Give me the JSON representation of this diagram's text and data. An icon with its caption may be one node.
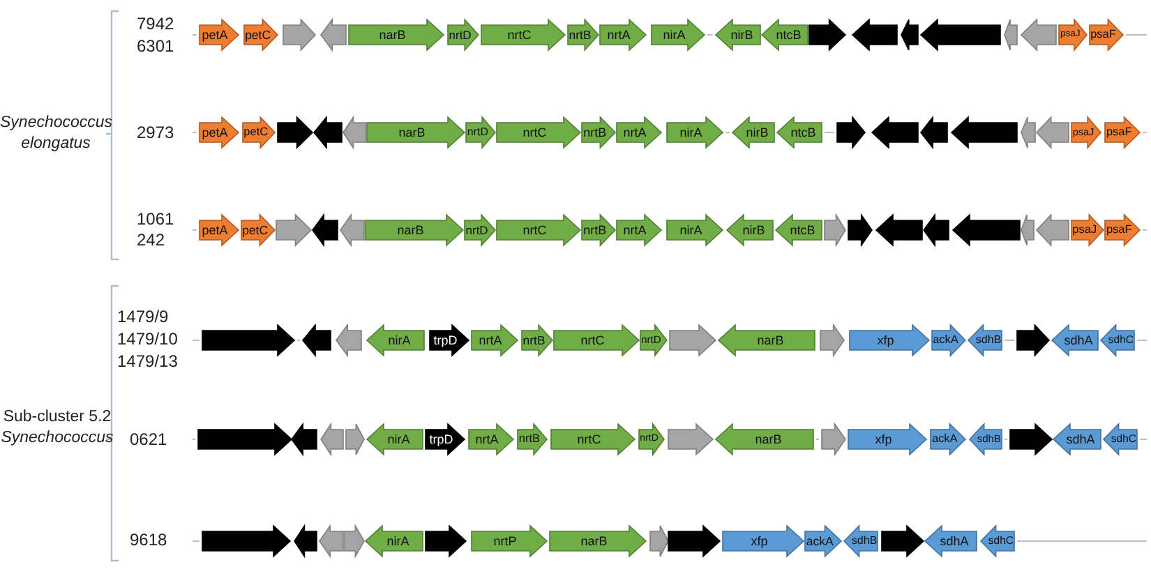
{
  "diagram": {
    "nodes": [
      {
        "text": [
          "petA"
        ]
      },
      {
        "text": [
          "petC"
        ]
      },
      {
        "text": [],
        "shape": "arrow"
      },
      {
        "text": [],
        "shape": "arrow"
      },
      {
        "text": [
          "narB"
        ]
      },
      {
        "text": [
          "nrtD"
        ]
      },
      {
        "text": [
          "nrtC"
        ]
      },
      {
        "text": [
          "nrtB"
        ]
      },
      {
        "text": [
          "nrtA"
        ]
      },
      {
        "text": [
          "nirA"
        ]
      },
      {
        "text": [
          "nirB"
        ]
      },
      {
        "text": [
          "ntcB"
        ]
      },
      {
        "text": [],
        "shape": "arrow"
      },
      {
        "text": [],
        "shape": "arrow"
      },
      {
        "text": [],
        "shape": "arrow"
      },
      {
        "text": [],
        "shape": "arrow"
      },
      {
        "text": [],
        "shape": "arrow"
      },
      {
        "text": [],
        "shape": "arrow"
      },
      {
        "text": [
          "psaJ"
        ]
      },
      {
        "text": [
          "psaF"
        ]
      },
      {
        "text": [
          "petA"
        ]
      },
      {
        "text": [
          "petC"
        ]
      },
      {
        "text": [],
        "shape": "arrow"
      },
      {
        "text": [],
        "shape": "arrow"
      },
      {
        "text": [],
        "shape": "arrow"
      },
      {
        "text": [
          "narB"
        ]
      },
      {
        "text": [
          "nrtD"
        ]
      },
      {
        "text": [
          "nrtC"
        ]
      },
      {
        "text": [
          "nrtB"
        ]
      },
      {
        "text": [
          "nrtA"
        ]
      },
      {
        "text": [
          "nirA"
        ]
      },
      {
        "text": [
          "nirB"
        ]
      },
      {
        "text": [
          "ntcB"
        ]
      },
      {
        "text": [],
        "shape": "arrow"
      },
      {
        "text": [],
        "shape": "arrow"
      },
      {
        "text": [],
        "shape": "arrow"
      },
      {
        "text": [],
        "shape": "arrow"
      },
      {
        "text": [],
        "shape": "arrow"
      },
      {
        "text": [],
        "shape": "arrow"
      },
      {
        "text": [
          "psaJ"
        ]
      },
      {
        "text": [
          "psaF"
        ]
      },
      {
        "text": [
          "petA"
        ]
      },
      {
        "text": [
          "petC"
        ]
      },
      {
        "text": [],
        "shape": "arrow"
      },
      {
        "text": [],
        "shape": "arrow"
      },
      {
        "text": [],
        "shape": "arrow"
      },
      {
        "text": [
          "narB"
        ]
      },
      {
        "text": [
          "nrtD"
        ]
      },
      {
        "text": [
          "nrtC"
        ]
      },
      {
        "text": [
          "nrtB"
        ]
      },
      {
        "text": [
          "nrtA"
        ]
      },
      {
        "text": [
          "nirA"
        ]
      },
      {
        "text": [
          "nirB"
        ]
      },
      {
        "text": [
          "ntcB"
        ]
      },
      {
        "text": [],
        "shape": "arrow"
      },
      {
        "text": [],
        "shape": "arrow"
      },
      {
        "text": [],
        "shape": "arrow"
      },
      {
        "text": [],
        "shape": "arrow"
      },
      {
        "text": [],
        "shape": "arrow"
      },
      {
        "text": [],
        "shape": "arrow"
      },
      {
        "text": [],
        "shape": "arrow"
      },
      {
        "text": [
          "psaJ"
        ]
      },
      {
        "text": [
          "psaF"
        ]
      },
      {
        "text": [],
        "shape": "arrow"
      },
      {
        "text": [],
        "shape": "arrow"
      },
      {
        "text": [],
        "shape": "arrow"
      },
      {
        "text": [
          "nirA"
        ]
      },
      {
        "text": [
          "trpD"
        ]
      },
      {
        "text": [
          "nrtA"
        ]
      },
      {
        "text": [
          "nrtB"
        ]
      },
      {
        "text": [
          "nrtC"
        ]
      },
      {
        "text": [
          "nrtD"
        ]
      },
      {
        "text": [],
        "shape": "arrow"
      },
      {
        "text": [
          "narB"
        ]
      },
      {
        "text": [],
        "shape": "arrow"
      },
      {
        "text": [
          "xfp"
        ]
      },
      {
        "text": [
          "ackA"
        ]
      },
      {
        "text": [
          "sdhB"
        ]
      },
      {
        "text": [],
        "shape": "arrow"
      },
      {
        "text": [
          "sdhA"
        ]
      },
      {
        "text": [
          "sdhC"
        ]
      },
      {
        "text": [],
        "shape": "arrow"
      },
      {
        "text": [],
        "shape": "arrow"
      },
      {
        "text": [],
        "shape": "arrow"
      },
      {
        "text": [],
        "shape": "arrow"
      },
      {
        "text": [
          "nirA"
        ]
      },
      {
        "text": [
          "trpD"
        ]
      },
      {
        "text": [
          "nrtA"
        ]
      },
      {
        "text": [
          "nrtB"
        ]
      },
      {
        "text": [
          "nrtC"
        ]
      },
      {
        "text": [
          "nrtD"
        ]
      },
      {
        "text": [],
        "shape": "arrow"
      },
      {
        "text": [
          "narB"
        ]
      },
      {
        "text": [],
        "shape": "arrow"
      },
      {
        "text": [
          "xfp"
        ]
      },
      {
        "text": [
          "ackA"
        ]
      },
      {
        "text": [
          "sdhB"
        ]
      },
      {
        "text": [],
        "shape": "arrow"
      },
      {
        "text": [
          "sdhA"
        ]
      },
      {
        "text": [
          "sdhC"
        ]
      },
      {
        "text": [],
        "shape": "arrow"
      },
      {
        "text": [],
        "shape": "arrow"
      },
      {
        "text": [],
        "shape": "arrow"
      },
      {
        "text": [],
        "shape": "arrow"
      },
      {
        "text": [
          "nirA"
        ]
      },
      {
        "text": [],
        "shape": "arrow"
      },
      {
        "text": [
          "nrtP"
        ]
      },
      {
        "text": [
          "narB"
        ]
      },
      {
        "text": [],
        "shape": "arrow"
      },
      {
        "text": [],
        "shape": "arrow"
      },
      {
        "text": [
          "xfp"
        ]
      },
      {
        "text": [
          "ackA"
        ]
      },
      {
        "text": [
          "sdhB"
        ]
      },
      {
        "text": [],
        "shape": "arrow"
      },
      {
        "text": [
          "sdhA"
        ]
      },
      {
        "text": [
          "sdhC"
        ]
      }
    ],
    "labels": [
      "7942",
      "6301",
      "Synechococcus elongatus",
      "2973",
      "1061",
      "242",
      "1479/9",
      "1479/10",
      "1479/13",
      "Sub-cluster 5.2 *Synechococcus*",
      "0621",
      "9618"
    ]
  }
}
